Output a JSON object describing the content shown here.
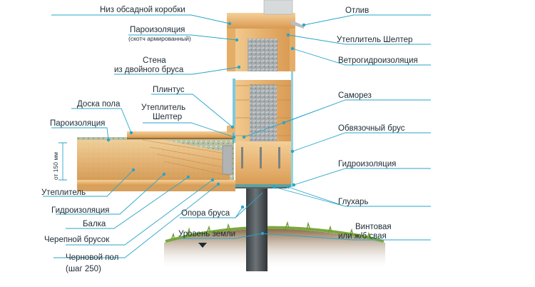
{
  "labels": {
    "casing_bottom": "Низ обсадной коробки",
    "vapor_top": "Пароизоляция",
    "vapor_top_note": "(скотч армированный)",
    "wall_1": "Стена",
    "wall_2": "из двойного бруса",
    "plinth": "Плинтус",
    "insul_shelter_1": "Утеплитель",
    "insul_shelter_2": "Шелтер",
    "floor_board": "Доска пола",
    "vapor_floor": "Пароизоляция",
    "height_note": "от 150 мм",
    "insul_floor": "Утеплитель",
    "waterproof_floor": "Гидроизоляция",
    "beam": "Балка",
    "cranial_bar": "Черепной брусок",
    "subfloor_1": "Черновой пол",
    "subfloor_2": "(шаг 250)",
    "bar_support": "Опора бруса",
    "ground_level": "Уровень земли",
    "drip": "Отлив",
    "insul_shelter_right": "Утеплитель Шелтер",
    "wind_protection": "Ветрогидроизоляция",
    "screw": "Саморез",
    "strapping_bar": "Обвязочный брус",
    "waterproof_right": "Гидроизоляция",
    "lag_screw": "Глухарь",
    "pile_1": "Винтовая",
    "pile_2": "или ж/б свая"
  },
  "colors": {
    "accent": "#27a6c9",
    "wood": "#e9b877",
    "wood_dark": "#c88a44",
    "insulation": "#9ea3a3",
    "pile": "#4c5356",
    "soil": "#7a5a3c",
    "grass": "#7aa83c",
    "text": "#1c2a33"
  }
}
